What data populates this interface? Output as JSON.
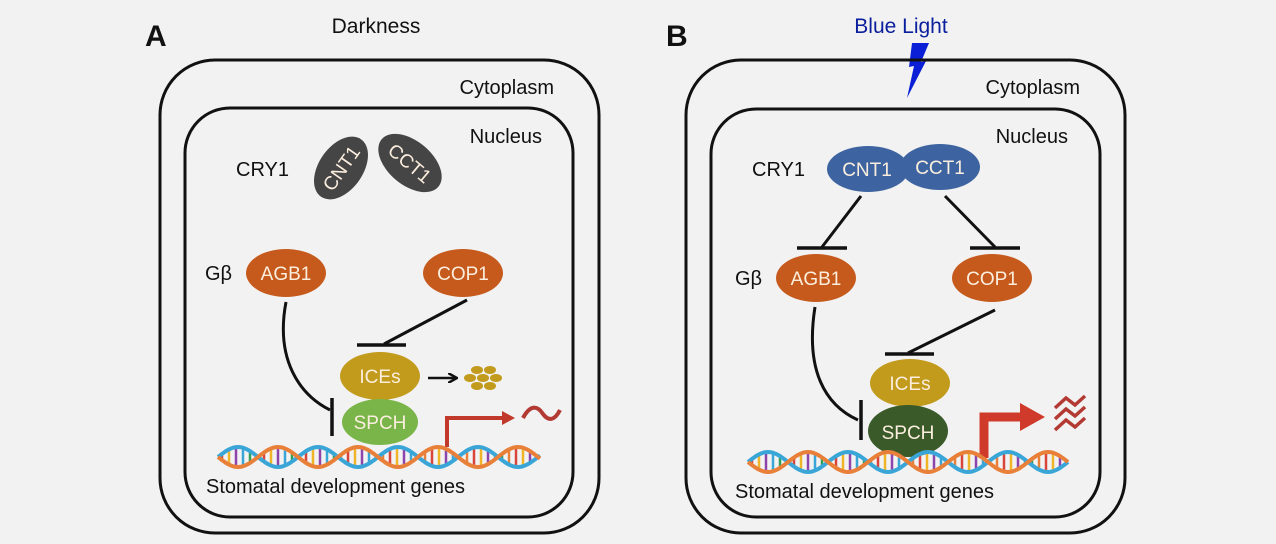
{
  "colors": {
    "background": "#f2f2f2",
    "outline": "#111111",
    "cry1_dark": "#454545",
    "cry1_blue": "#3d64a0",
    "agb1_cop1": "#c65a1c",
    "ices": "#c29a1c",
    "spch_light": "#79b548",
    "spch_dark": "#3a5a29",
    "arrow_red": "#d03a2a",
    "mrna_red": "#b33a33",
    "blue_light": "#0a1fd6",
    "blue_light_text": "#0a1f9c",
    "dna_orange": "#e8803a",
    "dna_blue": "#3aa6d8"
  },
  "panels": [
    {
      "id": "A",
      "letter": "A",
      "condition": "Darkness",
      "cytoplasm_label": "Cytoplasm",
      "nucleus_label": "Nucleus",
      "cry1_label": "CRY1",
      "cnt1_label": "CNT1",
      "cct1_label": "CCT1",
      "gbeta_label": "Gβ",
      "agb1_label": "AGB1",
      "cop1_label": "COP1",
      "ices_label": "ICEs",
      "spch_label": "SPCH",
      "genes_label": "Stomatal development genes",
      "state": "inactive"
    },
    {
      "id": "B",
      "letter": "B",
      "condition": "Blue Light",
      "cytoplasm_label": "Cytoplasm",
      "nucleus_label": "Nucleus",
      "cry1_label": "CRY1",
      "cnt1_label": "CNT1",
      "cct1_label": "CCT1",
      "gbeta_label": "Gβ",
      "agb1_label": "AGB1",
      "cop1_label": "COP1",
      "ices_label": "ICEs",
      "spch_label": "SPCH",
      "genes_label": "Stomatal development genes",
      "state": "active"
    }
  ]
}
